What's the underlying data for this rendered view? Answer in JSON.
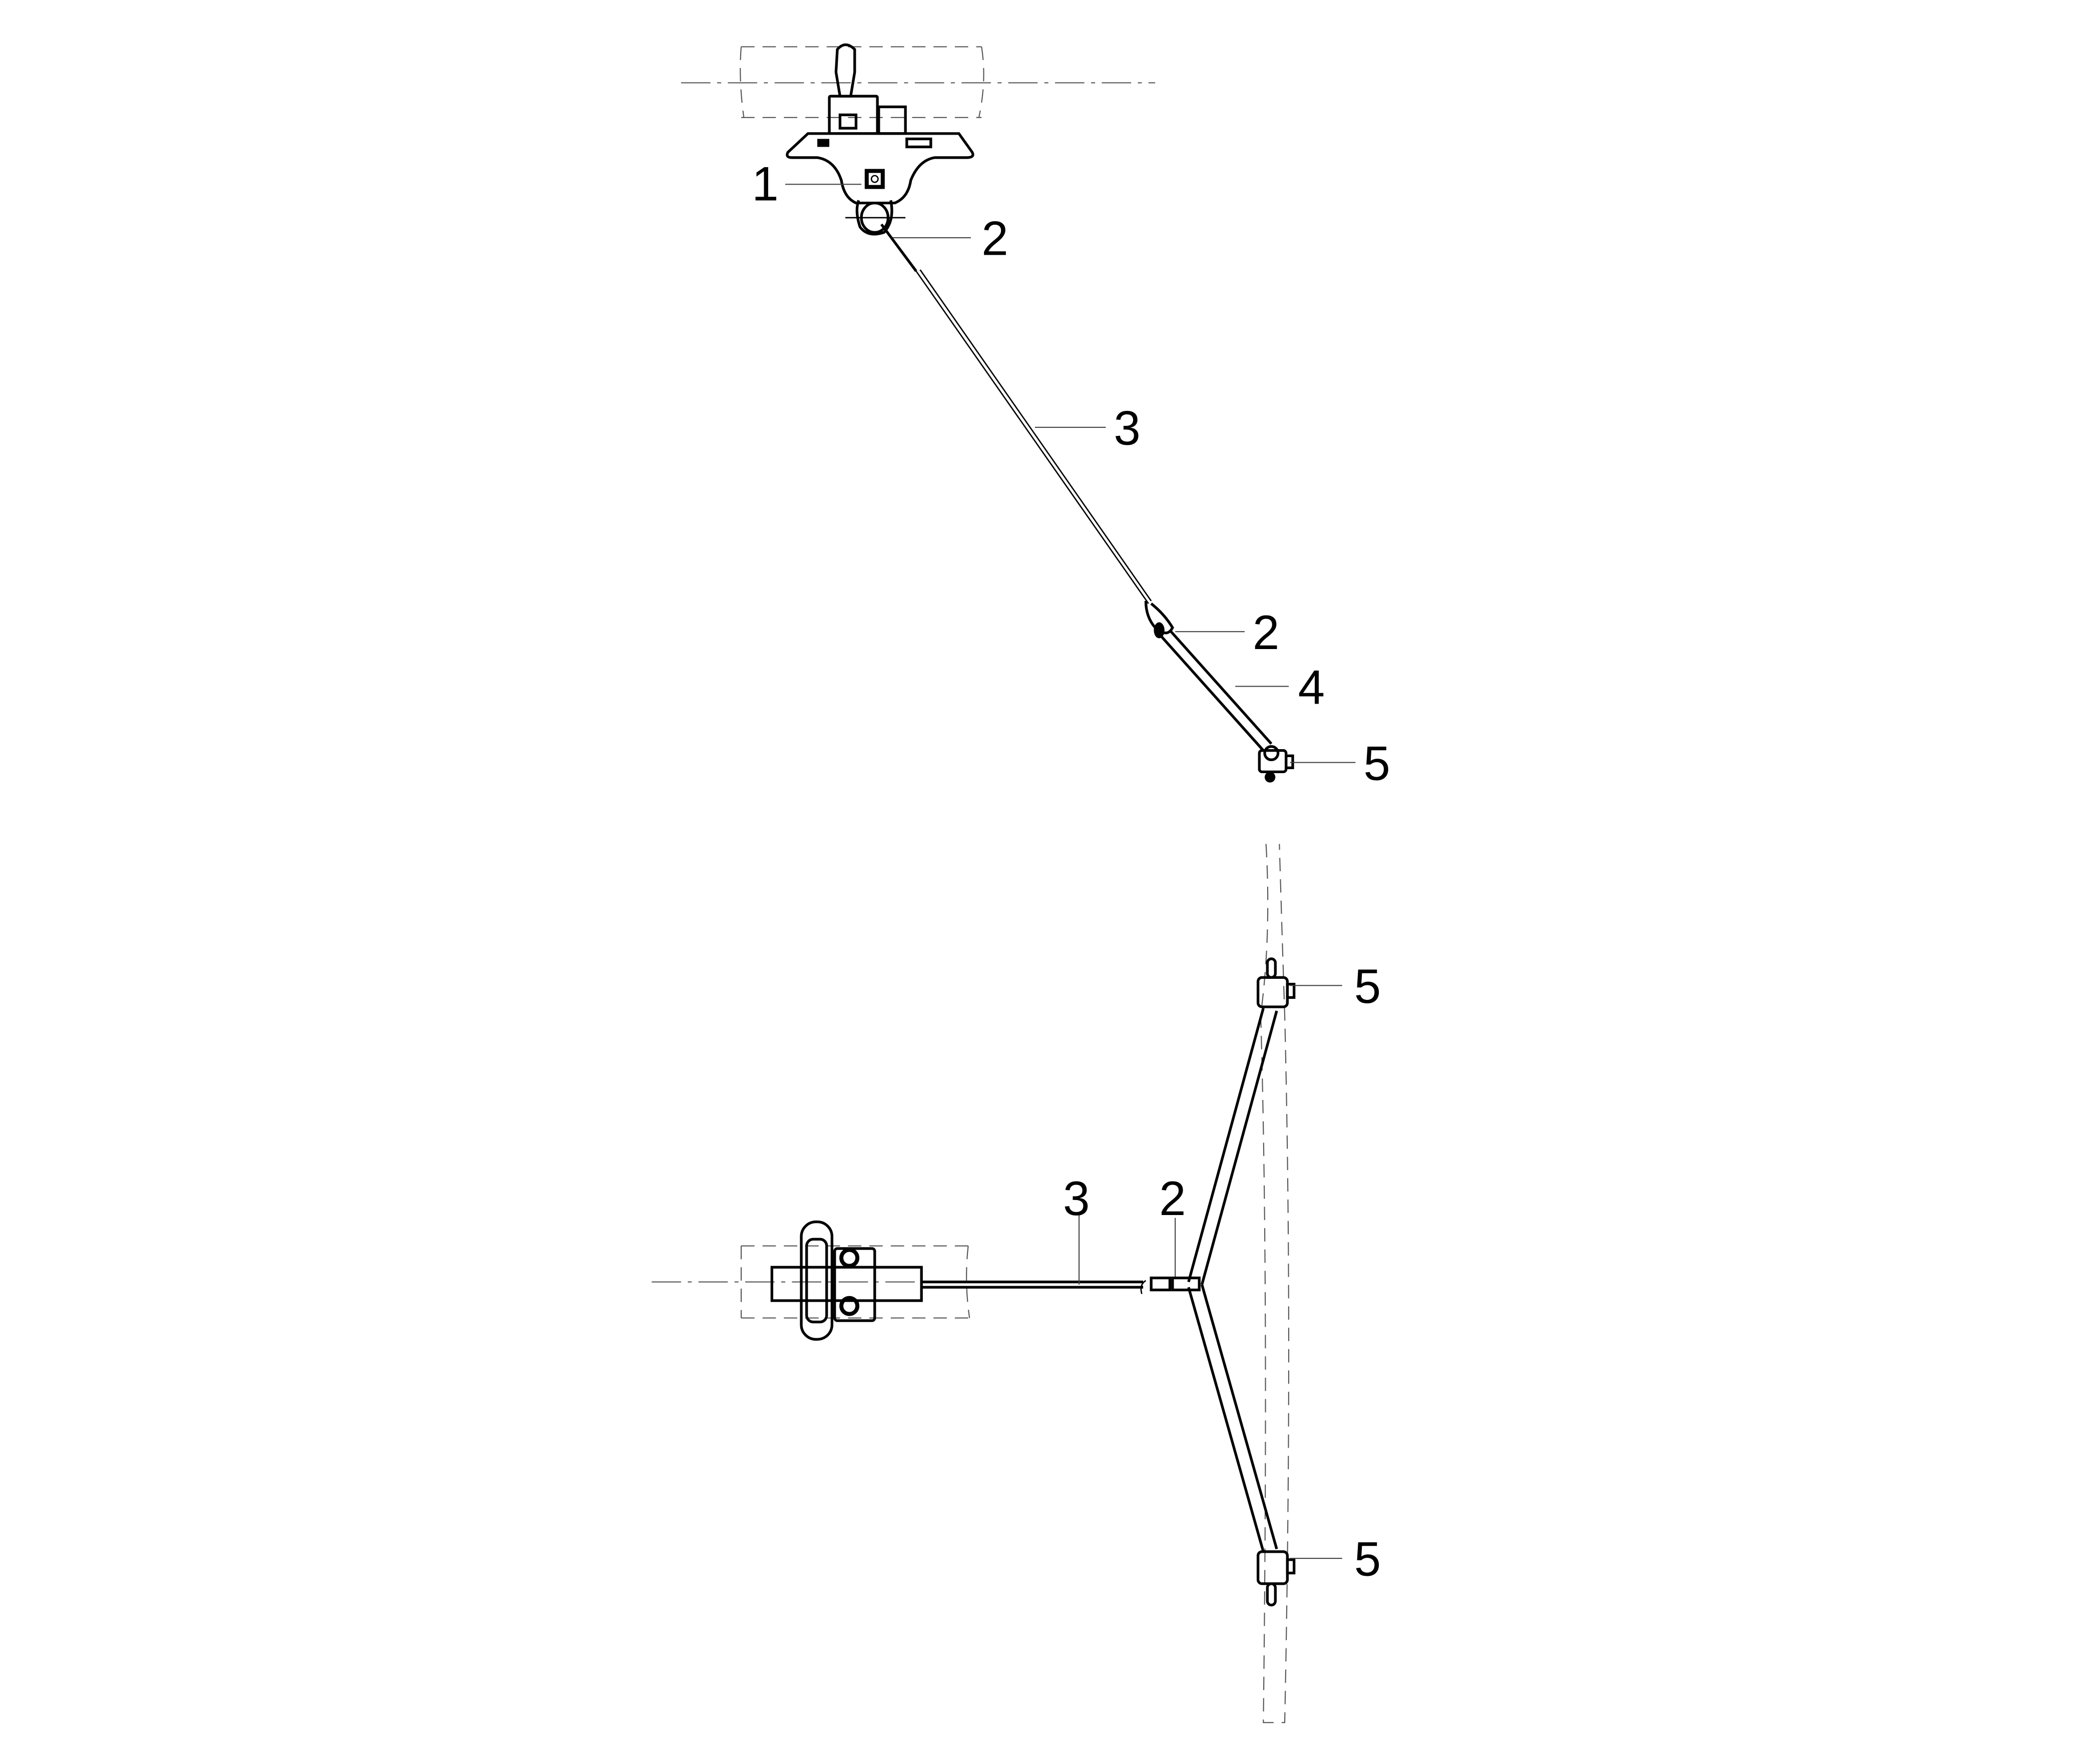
{
  "title": "Guy wire assembly drawing",
  "colors": {
    "line": "#000000",
    "hidden": "#555555",
    "background": "#ffffff"
  },
  "labels": {
    "top_view": {
      "clamp_1": "1",
      "shackle_2a": "2",
      "wire_3": "3",
      "shackle_2b": "2",
      "rod_4": "4",
      "clamp_5": "5"
    },
    "bottom_view": {
      "clamp_5a": "5",
      "wire_3": "3",
      "shackle_2": "2",
      "clamp_5b": "5"
    }
  }
}
